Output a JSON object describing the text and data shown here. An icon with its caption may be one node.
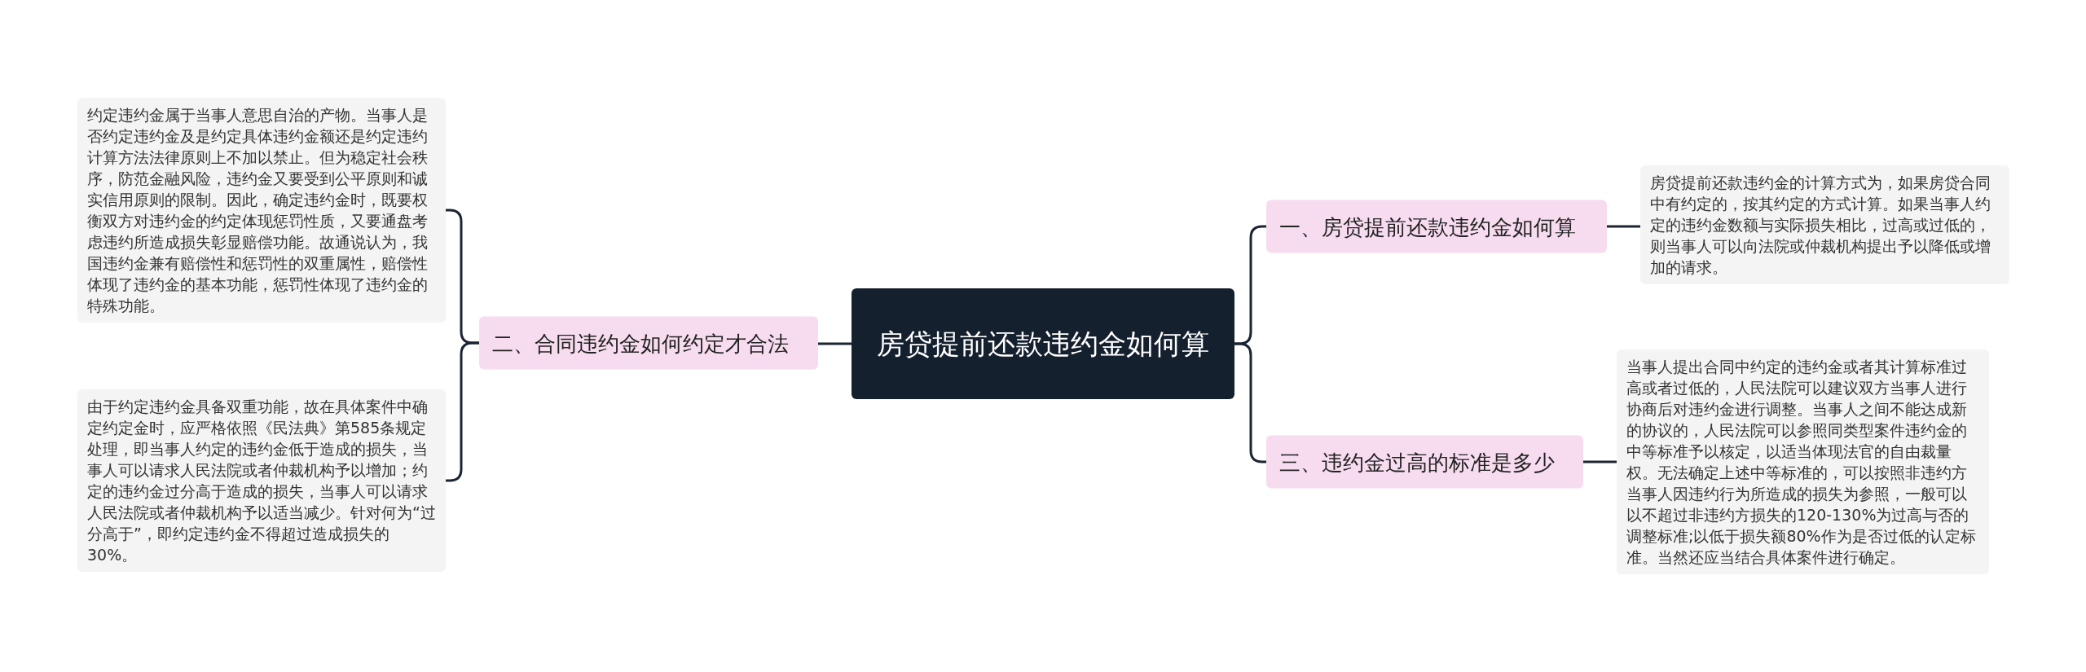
{
  "diagram": {
    "nodes": [
      {
        "text": [
          "房贷提前还款违约金如何算"
        ]
      },
      {
        "text": [
          "一、房贷提前还款违约金如何算"
        ]
      },
      {
        "text": [
          "房贷提前还款违约金的计算方式为，如果房贷合同中有约定的，按其约定的方式计算。如果当事人约定的违约金数额与实际损失相比，过高或过低的，则当事人可以向法院或仲裁机构提出予以降低或增加的请求。"
        ]
      },
      {
        "text": [
          "三、违约金过高的标准是多少"
        ]
      },
      {
        "text": [
          "当事人提出合同中约定的违约金或者其计算标准过高或者过低的，人民法院可以建议双方当事人进行协商后对违约金进行调整。当事人之间不能达成新的协议的，人民法院可以参照同类型案件违约金的中等标准予以核定，以适当体现法官的自由裁量权。无法确定上述中等标准的，可以按照非违约方当事人因违约行为所造成的损失为参照，一般可以以不超过非违约方损失的120-130%为过高与否的调整标准;以低于损失额80%作为是否过低的认定标准。当然还应当结合具体案件进行确定。"
        ]
      },
      {
        "text": [
          "二、合同违约金如何约定才合法"
        ]
      },
      {
        "text": [
          "约定违约金属于当事人意思自治的产物。当事人是否约定违约金及是约定具体违约金额还是约定违约计算方法法律原则上不加以禁止。但为稳定社会秩序，防范金融风险，违约金又要受到公平原则和诚实信用原则的限制。因此，确定违约金时，既要权衡双方对违约金的约定体现惩罚性质，又要通盘考虑违约所造成损失彰显赔偿功能。故通说认为，我国违约金兼有赔偿性和惩罚性的双重属性，赔偿性体现了违约金的基本功能，惩罚性体现了违约金的特殊功能。"
        ]
      },
      {
        "text": [
          "由于约定违约金具备双重功能，故在具体案件中确定约定金时，应严格依照《民法典》第585条规定处理，即当事人约定的违约金低于造成的损失，当事人可以请求人民法院或者仲裁机构予以增加；约定的违约金过分高于造成的损失，当事人可以请求人民法院或者仲裁机构予以适当减少。针对何为“过分高于”，即约定违约金不得超过造成损失的30%。"
        ]
      }
    ],
    "edges": [
      {
        "from": 0,
        "to": 1,
        "arrow": "none"
      },
      {
        "from": 1,
        "to": 2,
        "arrow": "none"
      },
      {
        "from": 0,
        "to": 3,
        "arrow": "none"
      },
      {
        "from": 3,
        "to": 4,
        "arrow": "none"
      },
      {
        "from": 0,
        "to": 5,
        "arrow": "none"
      },
      {
        "from": 5,
        "to": 6,
        "arrow": "none"
      },
      {
        "from": 5,
        "to": 7,
        "arrow": "none"
      }
    ]
  }
}
